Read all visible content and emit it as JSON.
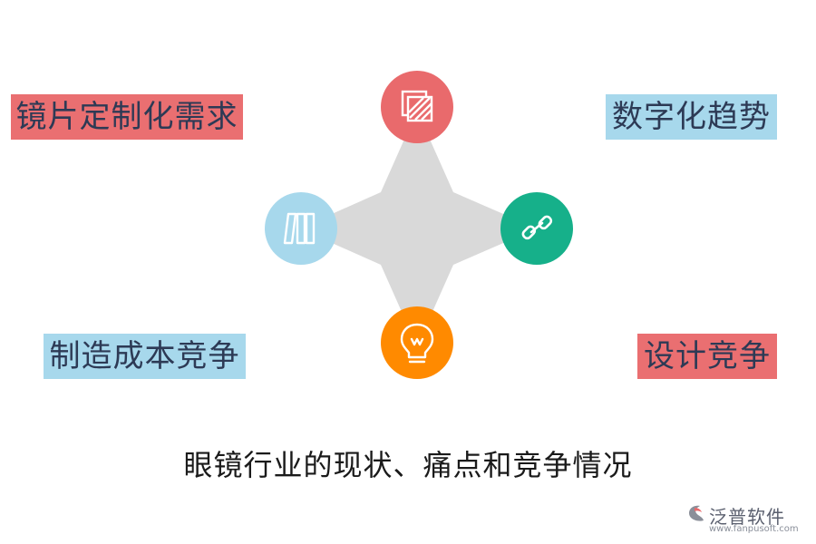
{
  "diagram": {
    "nodes": [
      {
        "position": "top",
        "icon": "hatched-square-icon",
        "color": "#e96a6c"
      },
      {
        "position": "left",
        "icon": "book-columns-icon",
        "color": "#a7d8ec"
      },
      {
        "position": "right",
        "icon": "link-icon",
        "color": "#16b08a"
      },
      {
        "position": "bottom",
        "icon": "lightbulb-icon",
        "color": "#ff8a00"
      }
    ],
    "star_color": "#d9d9d9"
  },
  "labels": {
    "top_left": "镜片定制化需求",
    "top_right": "数字化趋势",
    "bottom_left": "制造成本竞争",
    "bottom_right": "设计竞争"
  },
  "caption": "眼镜行业的现状、痛点和竞争情况",
  "watermark": {
    "brand": "泛普软件",
    "url": "www.fanpusoft.com"
  }
}
